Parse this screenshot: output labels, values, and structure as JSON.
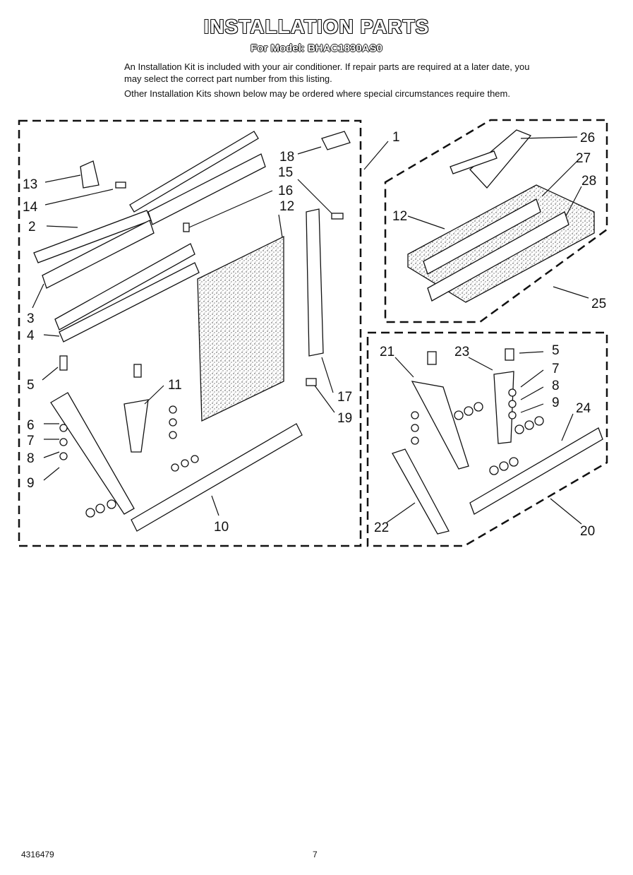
{
  "header": {
    "title": "INSTALLATION PARTS",
    "subtitle": "For Model: BHAC1830AS0"
  },
  "intro": {
    "paragraph1": "An Installation Kit is included with your air conditioner. If repair parts are required at a later date, you may select the correct part number from this listing.",
    "paragraph2": "Other Installation Kits shown below may be ordered where special circumstances require them."
  },
  "callouts": [
    "1",
    "2",
    "3",
    "4",
    "5",
    "6",
    "7",
    "8",
    "9",
    "10",
    "11",
    "12",
    "13",
    "14",
    "15",
    "16",
    "17",
    "18",
    "19",
    "20",
    "21",
    "22",
    "23",
    "24",
    "25",
    "26",
    "27",
    "28"
  ],
  "footer": {
    "doc_number": "4316479",
    "page_number": "7"
  }
}
